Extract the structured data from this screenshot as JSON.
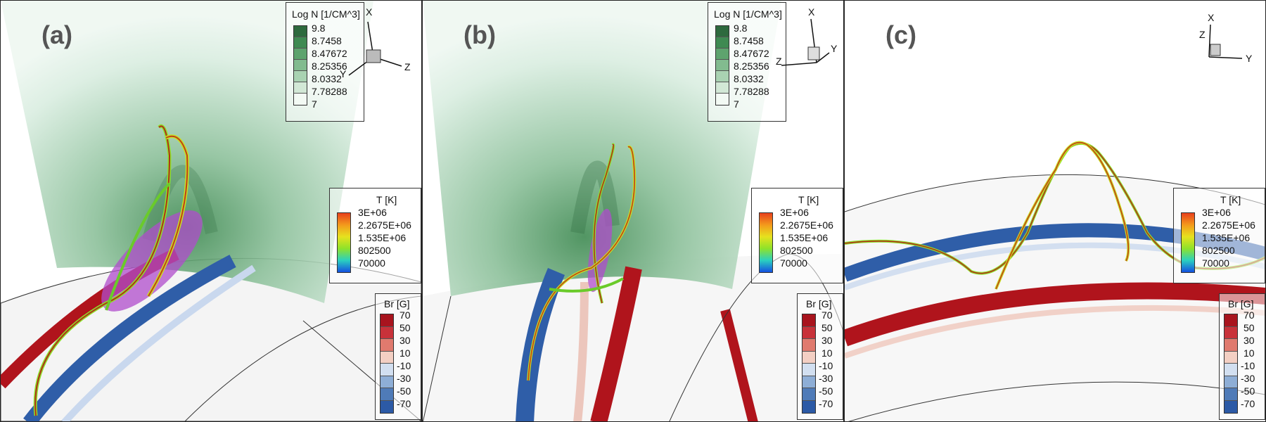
{
  "panels": [
    {
      "label": "(a)",
      "density_legend": {
        "title": "Log N [1/CM^3]",
        "levels": [
          "9.8",
          "8.7458",
          "8.47672",
          "8.25356",
          "8.0332",
          "7.78288",
          "7"
        ],
        "colors": [
          "#2e6a3e",
          "#3f8a52",
          "#5ea36e",
          "#82bb8f",
          "#a9d2b2",
          "#d2e8d6",
          "#f3faf4"
        ]
      },
      "temp_legend": {
        "title": "T [K]",
        "levels": [
          "3E+06",
          "2.2675E+06",
          "1.535E+06",
          "802500",
          "70000"
        ]
      },
      "br_legend": {
        "title": "Br [G]",
        "levels": [
          "70",
          "50",
          "30",
          "10",
          "-10",
          "-30",
          "-50",
          "-70"
        ]
      },
      "axes": [
        "X",
        "Y",
        "Z"
      ]
    },
    {
      "label": "(b)",
      "density_legend": {
        "title": "Log N [1/CM^3]",
        "levels": [
          "9.8",
          "8.7458",
          "8.47672",
          "8.25356",
          "8.0332",
          "7.78288",
          "7"
        ],
        "colors": [
          "#2e6a3e",
          "#3f8a52",
          "#5ea36e",
          "#82bb8f",
          "#a9d2b2",
          "#d2e8d6",
          "#f3faf4"
        ]
      },
      "temp_legend": {
        "title": "T [K]",
        "levels": [
          "3E+06",
          "2.2675E+06",
          "1.535E+06",
          "802500",
          "70000"
        ]
      },
      "br_legend": {
        "title": "Br [G]",
        "levels": [
          "70",
          "50",
          "30",
          "10",
          "-10",
          "-30",
          "-50",
          "-70"
        ]
      },
      "axes": [
        "X",
        "Y",
        "Z"
      ]
    },
    {
      "label": "(c)",
      "temp_legend": {
        "title": "T [K]",
        "levels": [
          "3E+06",
          "2.2675E+06",
          "1.535E+06",
          "802500",
          "70000"
        ]
      },
      "br_legend": {
        "title": "Br [G]",
        "levels": [
          "70",
          "50",
          "30",
          "10",
          "-10",
          "-30",
          "-50",
          "-70"
        ]
      },
      "axes": [
        "X",
        "Z",
        "Y"
      ]
    }
  ],
  "colors": {
    "temp_scale": [
      "#e8401c",
      "#f39a1c",
      "#e6e21e",
      "#8ee22a",
      "#2ad0c0",
      "#1450e0"
    ],
    "br_scale": [
      "#a8141e",
      "#c8323a",
      "#e07a6e",
      "#f3cfc3",
      "#d2dff0",
      "#8eaed6",
      "#4f7bb8",
      "#2c5aa6"
    ],
    "red_band": "#b0141c",
    "blue_band": "#2f5ea8",
    "magenta": "#b04ccc"
  }
}
